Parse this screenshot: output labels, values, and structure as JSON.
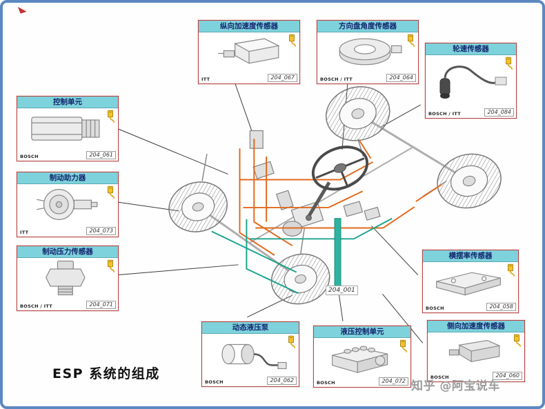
{
  "frame": {
    "title": "ESP 系统的组成",
    "watermark": "知乎 @阿宝说车",
    "center_part": "204_001"
  },
  "components": [
    {
      "label": "纵向加速度传感器",
      "brand": "ITT",
      "part": "204_067"
    },
    {
      "label": "方向盘角度传感器",
      "brand": "BOSCH / ITT",
      "part": "204_064"
    },
    {
      "label": "轮速传感器",
      "brand": "BOSCH / ITT",
      "part": "204_084"
    },
    {
      "label": "控制单元",
      "brand": "BOSCH",
      "part": "204_061"
    },
    {
      "label": "制动助力器",
      "brand": "ITT",
      "part": "204_073"
    },
    {
      "label": "制动压力传感器",
      "brand": "BOSCH / ITT",
      "part": "204_071"
    },
    {
      "label": "横摆率传感器",
      "brand": "BOSCH",
      "part": "204_058"
    },
    {
      "label": "侧向加速度传感器",
      "brand": "BOSCH",
      "part": "204_060"
    },
    {
      "label": "动态液压泵",
      "brand": "BOSCH",
      "part": "204_062"
    },
    {
      "label": "液压控制单元",
      "brand": "BOSCH",
      "part": "204_072"
    }
  ],
  "icons": {
    "sensor_marker": "yellow-sensor-clip-icon",
    "corner_mark": "red-corner-mark"
  },
  "colors": {
    "frame_blue": "#5b88c0",
    "callout_border_red": "#b84444",
    "title_bar_cyan": "#7ed2db",
    "title_text_navy": "#13246e",
    "wire_orange": "#e2691e",
    "wire_teal": "#1aa38e",
    "marker_yellow": "#f2c12e"
  }
}
